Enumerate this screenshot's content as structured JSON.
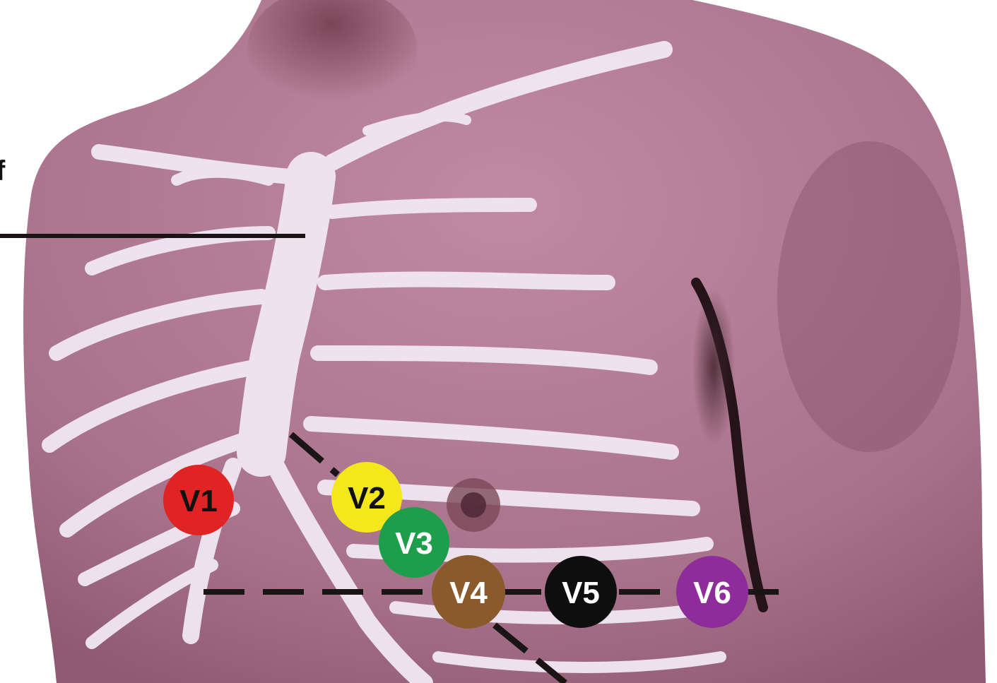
{
  "side_text_fragment": "f",
  "electrodes": [
    {
      "label": "V1",
      "color": "#e02424",
      "text_color": "#111111"
    },
    {
      "label": "V2",
      "color": "#f2e81c",
      "text_color": "#111111"
    },
    {
      "label": "V3",
      "color": "#1e9e4b",
      "text_color": "#ffffff"
    },
    {
      "label": "V4",
      "color": "#8a5a2c",
      "text_color": "#ffffff"
    },
    {
      "label": "V5",
      "color": "#0e0e0e",
      "text_color": "#ffffff"
    },
    {
      "label": "V6",
      "color": "#8e2c9a",
      "text_color": "#ffffff"
    }
  ],
  "colors": {
    "skin": "#b07c92",
    "skin_dark": "#8e5a72",
    "bone": "#f1e8f2",
    "line": "#1a1414"
  }
}
